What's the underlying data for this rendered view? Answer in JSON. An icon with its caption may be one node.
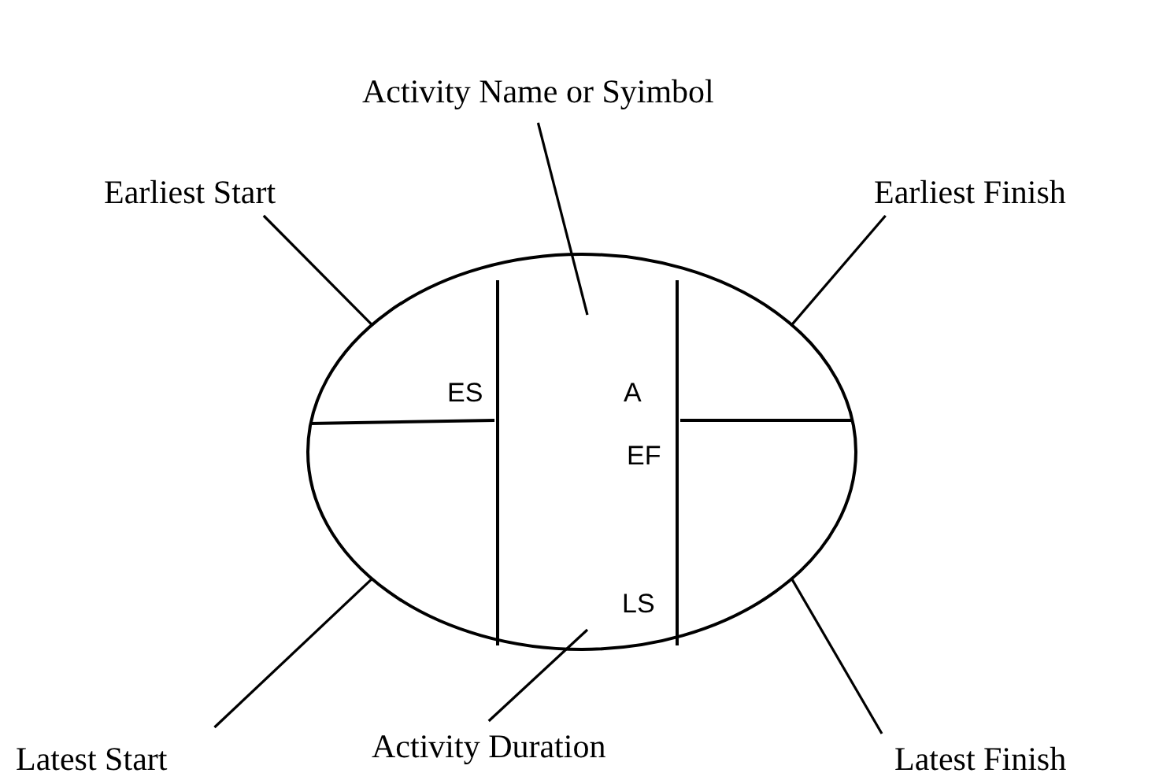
{
  "diagram": {
    "nodes": [
      {
        "text": [],
        "shape": "ellipse"
      },
      {
        "text": [
          "Activity Name or Syimbol"
        ]
      },
      {
        "text": [
          "Earliest Start"
        ]
      },
      {
        "text": [
          "Earliest Finish"
        ]
      },
      {
        "text": [
          "ES"
        ],
        "in": 0
      },
      {
        "text": [
          "A",
          "EF",
          "LS"
        ],
        "in": 0
      },
      {
        "text": [
          "Latest Start"
        ]
      },
      {
        "text": [
          "Latest Finish"
        ]
      },
      {
        "text": [
          "Activity Duration"
        ]
      }
    ],
    "edges": [
      {
        "from": 1,
        "to": 5,
        "arrow": "none"
      },
      {
        "from": 2,
        "to": 0,
        "arrow": "none"
      },
      {
        "from": 3,
        "to": 0,
        "arrow": "none"
      },
      {
        "from": 6,
        "to": 0,
        "arrow": "none"
      },
      {
        "from": 7,
        "to": 0,
        "arrow": "none"
      },
      {
        "from": 8,
        "to": 5,
        "arrow": "none"
      }
    ]
  }
}
